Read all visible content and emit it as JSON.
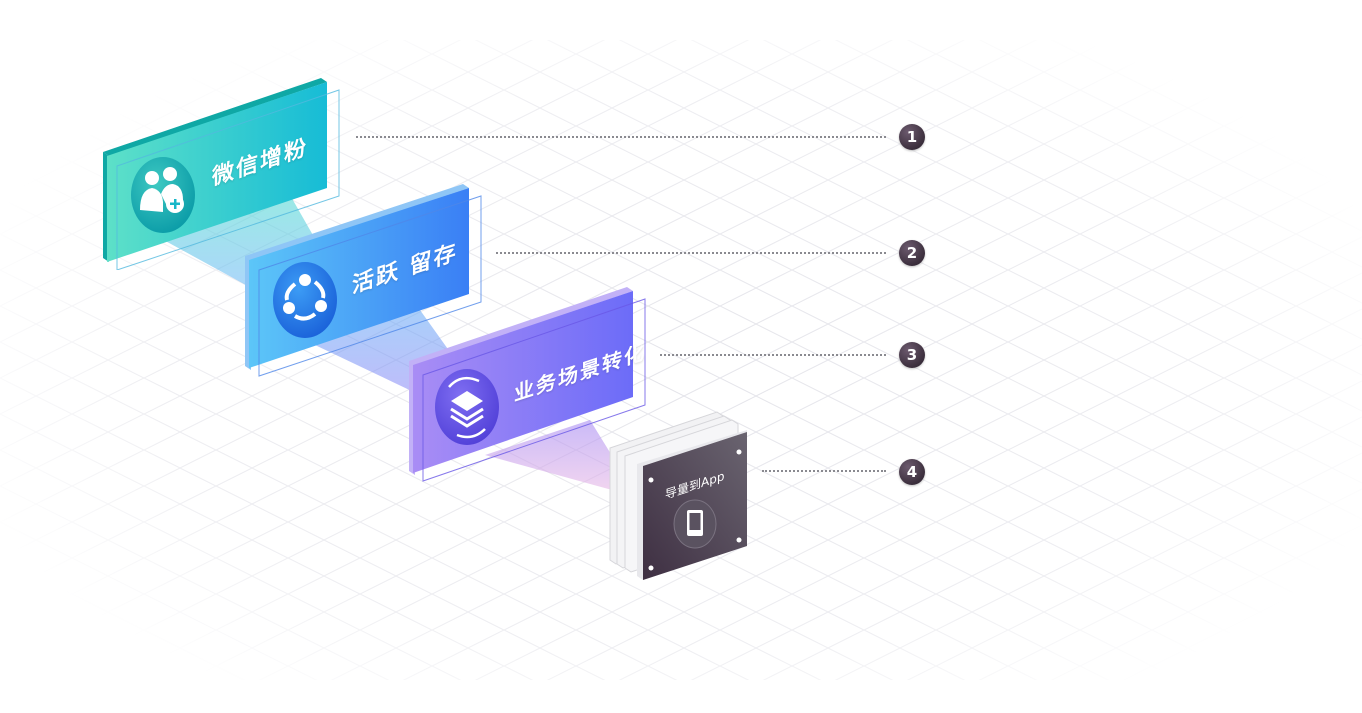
{
  "steps": [
    {
      "number": "1",
      "label": "微信增粉",
      "icon": "user-add-icon",
      "color_start": "#5de0c8",
      "color_end": "#17bcd6"
    },
    {
      "number": "2",
      "label": "活跃 留存",
      "icon": "share-network-icon",
      "color_start": "#5cc6f8",
      "color_end": "#3a7ff5"
    },
    {
      "number": "3",
      "label": "业务场景转化",
      "icon": "layers-refresh-icon",
      "color_start": "#a98df5",
      "color_end": "#6c6cf8"
    },
    {
      "number": "4",
      "label": "导量到App",
      "icon": "smartphone-icon",
      "color_start": "#3e2f42",
      "color_end": "#6a6470"
    }
  ],
  "colors": {
    "badge": "#3c2f3d",
    "leader_line": "#8a8a90",
    "grid_line": "#e6e6ea"
  }
}
